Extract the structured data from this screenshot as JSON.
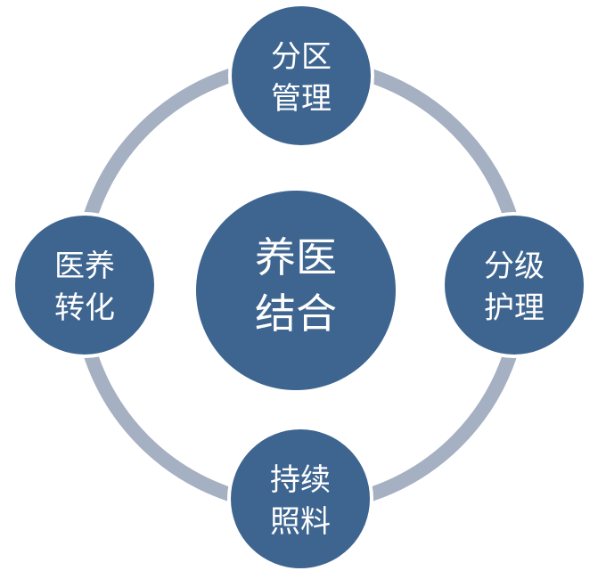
{
  "colors": {
    "node_fill": "#3E6590",
    "node_stroke": "#FFFFFF",
    "ring": "#A6B0C3",
    "text": "#FFFFFF",
    "background": "#FFFFFF"
  },
  "center": {
    "line1": "养医",
    "line2": "结合"
  },
  "nodes": {
    "top": {
      "line1": "分区",
      "line2": "管理"
    },
    "right": {
      "line1": "分级",
      "line2": "护理"
    },
    "bottom": {
      "line1": "持续",
      "line2": "照料"
    },
    "left": {
      "line1": "医养",
      "line2": "转化"
    }
  }
}
